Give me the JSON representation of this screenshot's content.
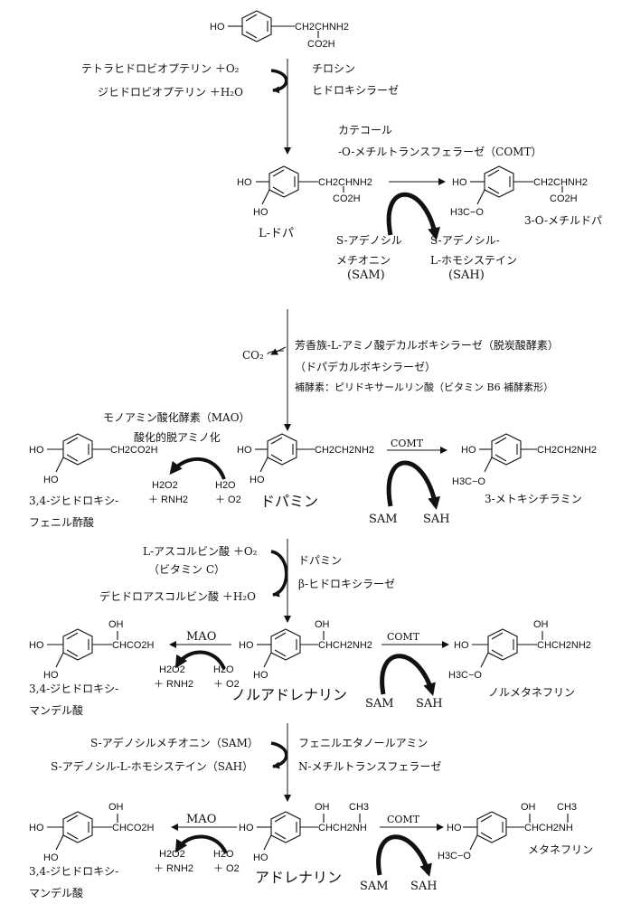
{
  "tyrosine": {
    "ho": "HO",
    "chain": "CH2CHNH2",
    "co2h": "CO2H"
  },
  "step1": {
    "cofactor_in": "テトラヒドロビオプテリン ＋O₂",
    "cofactor_out": "ジヒドロビオプテリン ＋H₂O",
    "enzyme_line1": "チロシン",
    "enzyme_line2": "ヒドロキシラーゼ"
  },
  "comt_header": {
    "line1": "カテコール",
    "line2": "-O-メチルトランスフェラーゼ（COMT）"
  },
  "ldopa": {
    "ho1": "HO",
    "ho2": "HO",
    "chain": "CH2CHNH2",
    "co2h": "CO2H",
    "name": "L-ドパ",
    "product_chain": "CH2CHNH2",
    "product_co2h": "CO2H",
    "product_ho": "HO",
    "product_och3": "H3C−O",
    "product_name": "3-O-メチルドパ",
    "sam_line1": "S-アデノシル",
    "sam_line2": "メチオニン",
    "sam_abbr": "(SAM)",
    "sah_line1": "S-アデノシル-",
    "sah_line2": "L-ホモシステイン",
    "sah_abbr": "(SAH)"
  },
  "step_decarbox": {
    "co2": "CO₂",
    "line1": "芳香族-L-アミノ酸デカルボキシラーゼ（脱炭酸酵素）",
    "line2": "（ドパデカルボキシラーゼ）",
    "line3": "補酵素：ピリドキサールリン酸（ビタミン B6 補酵素形）"
  },
  "dopamine": {
    "mao_line1": "モノアミン酸化酵素（MAO）",
    "mao_line2": "酸化的脱アミノ化",
    "ho1": "HO",
    "ho2": "HO",
    "chain": "CH2CH2NH2",
    "name": "ドパミン",
    "acid_ho1": "HO",
    "acid_ho2": "HO",
    "acid_chain": "CH2CO2H",
    "acid_name_line1": "3,4-ジヒドロキシ-",
    "acid_name_line2": "フェニル酢酸",
    "h2o2": "H2O2",
    "rnh2": "＋ RNH2",
    "h2o": "H2O",
    "o2": "＋ O2",
    "comt": "COMT",
    "met_ho": "HO",
    "met_chain": "CH2CH2NH2",
    "met_och3": "H3C−O",
    "met_name": "3-メトキシチラミン",
    "sam": "SAM",
    "sah": "SAH"
  },
  "step_dbh": {
    "cofactor_in_1": "L-アスコルビン酸 ＋O₂",
    "cofactor_in_2": "（ビタミン C）",
    "cofactor_out": "デヒドロアスコルビン酸 ＋H₂O",
    "enzyme_line1": "ドパミン",
    "enzyme_line2": "β-ヒドロキシラーゼ"
  },
  "noradrenaline": {
    "ho1": "HO",
    "ho2": "HO",
    "oh": "OH",
    "chain": "CHCH2NH2",
    "name": "ノルアドレナリン",
    "mao": "MAO",
    "acid_ho1": "HO",
    "acid_ho2": "HO",
    "acid_oh": "OH",
    "acid_chain": "CHCO2H",
    "acid_name_line1": "3,4-ジヒドロキシ-",
    "acid_name_line2": "マンデル酸",
    "h2o2": "H2O2",
    "rnh2": "＋ RNH2",
    "h2o": "H2O",
    "o2": "＋ O2",
    "comt": "COMT",
    "met_ho": "HO",
    "met_oh": "OH",
    "met_chain": "CHCH2NH2",
    "met_och3": "H3C−O",
    "met_name": "ノルメタネフリン",
    "sam": "SAM",
    "sah": "SAH"
  },
  "step_pnmt": {
    "cofactor_in": "S-アデノシルメチオニン（SAM）",
    "cofactor_out": "S-アデノシル-L-ホモシステイン（SAH）",
    "enzyme_line1": "フェニルエタノールアミン",
    "enzyme_line2": "N-メチルトランスフェラーゼ"
  },
  "adrenaline": {
    "ho1": "HO",
    "ho2": "HO",
    "oh": "OH",
    "ch3": "CH3",
    "chain": "CHCH2NH",
    "name": "アドレナリン",
    "mao": "MAO",
    "acid_ho1": "HO",
    "acid_ho2": "HO",
    "acid_oh": "OH",
    "acid_chain": "CHCO2H",
    "acid_name_line1": "3,4-ジヒドロキシ-",
    "acid_name_line2": "マンデル酸",
    "h2o2": "H2O2",
    "rnh2": "＋ RNH2",
    "h2o": "H2O",
    "o2": "＋ O2",
    "comt": "COMT",
    "met_ho": "HO",
    "met_oh": "OH",
    "met_ch3": "CH3",
    "met_chain": "CHCH2NH",
    "met_och3": "H3C−O",
    "met_name": "メタネフリン",
    "sam": "SAM",
    "sah": "SAH"
  }
}
